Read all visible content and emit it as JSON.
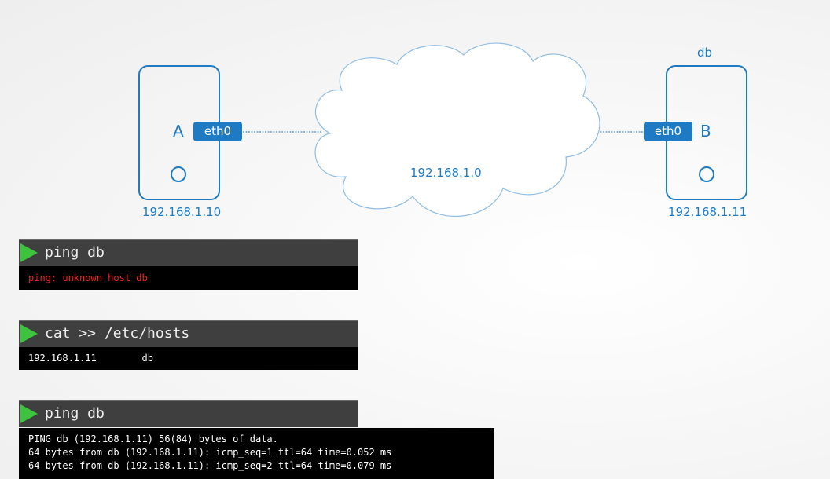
{
  "diagram": {
    "host_a": {
      "letter": "A",
      "interface": "eth0",
      "ip": "192.168.1.10"
    },
    "host_b": {
      "name": "db",
      "letter": "B",
      "interface": "eth0",
      "ip": "192.168.1.11"
    },
    "network": {
      "label": "192.168.1.0"
    }
  },
  "terminals": [
    {
      "command": "ping db",
      "output": [
        "ping: unknown host db"
      ],
      "output_color": "#ff2020"
    },
    {
      "command": "cat >> /etc/hosts",
      "output": [
        "192.168.1.11        db"
      ],
      "output_color": "#ffffff"
    },
    {
      "command": "ping db",
      "output": [
        "PING db (192.168.1.11) 56(84) bytes of data.",
        "64 bytes from db (192.168.1.11): icmp_seq=1 ttl=64 time=0.052 ms",
        "64 bytes from db (192.168.1.11): icmp_seq=2 ttl=64 time=0.079 ms"
      ],
      "output_color": "#ffffff"
    }
  ],
  "colors": {
    "accent": "#1e7ac3",
    "prompt_arrow": "#3ec33f",
    "error": "#ff2020"
  }
}
